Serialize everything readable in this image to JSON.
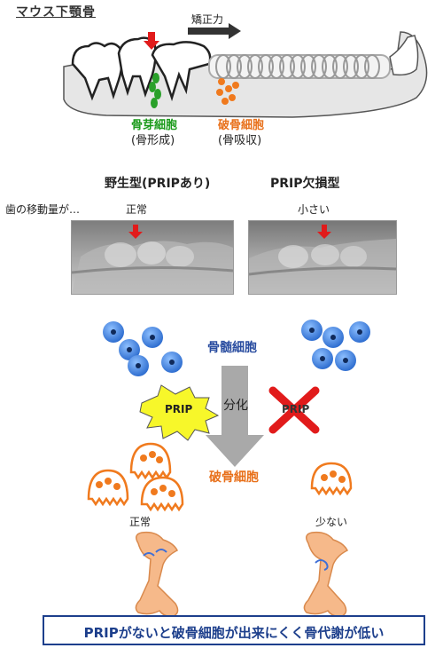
{
  "title": "マウス下顎骨",
  "top_diagram": {
    "force_label": "矯正力",
    "osteoblast_label": "骨芽細胞",
    "osteoblast_sub": "(骨形成)",
    "osteoclast_label": "破骨細胞",
    "osteoclast_sub": "(骨吸収)"
  },
  "comparison": {
    "wildtype_title": "野生型(PRIPあり)",
    "knockout_title": "PRIP欠損型",
    "movement_label": "歯の移動量が…",
    "wildtype_result": "正常",
    "knockout_result": "小さい"
  },
  "differentiation": {
    "bone_marrow_label": "骨髄細胞",
    "differentiate_label": "分化",
    "prip_label": "PRIP",
    "prip_crossed_label": "PRIP",
    "osteoclast_label": "破骨細胞",
    "normal_label": "正常",
    "few_label": "少ない"
  },
  "conclusion": "PRIPがないと破骨細胞が出来にくく骨代謝が低い",
  "colors": {
    "blue_cell": "#3f7fd6",
    "osteoclast_orange": "#f07a1e",
    "bone_fill": "#f6b98a",
    "frame_blue": "#1d3f8c",
    "arrow_red": "#e11b1b"
  }
}
